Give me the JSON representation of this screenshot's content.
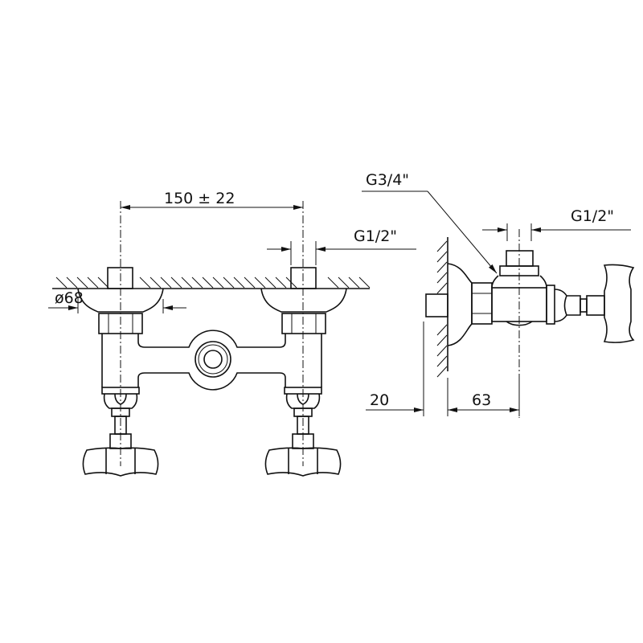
{
  "front_view": {
    "center_distance_label": "150 ± 22",
    "thread_label": "G1/2\"",
    "rosette_diameter_label": "ø68"
  },
  "side_view": {
    "outlet_thread_label": "G3/4\"",
    "thread_label": "G1/2\"",
    "depth_label_left": "20",
    "depth_label_right": "63"
  }
}
